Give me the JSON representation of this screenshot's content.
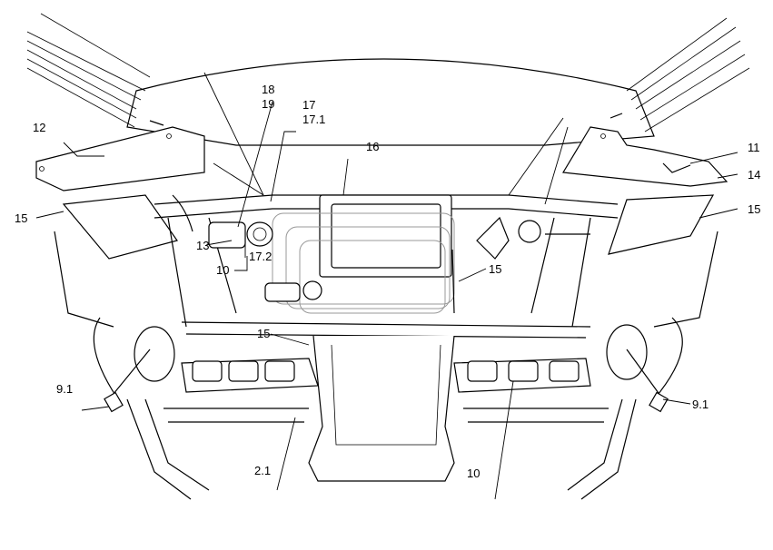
{
  "labels": {
    "l12": "12",
    "l18": "18",
    "l19": "19",
    "l17": "17",
    "l17_1": "17.1",
    "l16": "16",
    "l11": "11",
    "l14": "14",
    "l15_left": "15",
    "l15_right": "15",
    "l13": "13",
    "l17_2": "17.2",
    "l10_upper": "10",
    "l15_center": "15",
    "l15_lower": "15",
    "l9_1_left": "9.1",
    "l9_1_right": "9.1",
    "l2_1": "2.1",
    "l10_lower": "10"
  }
}
